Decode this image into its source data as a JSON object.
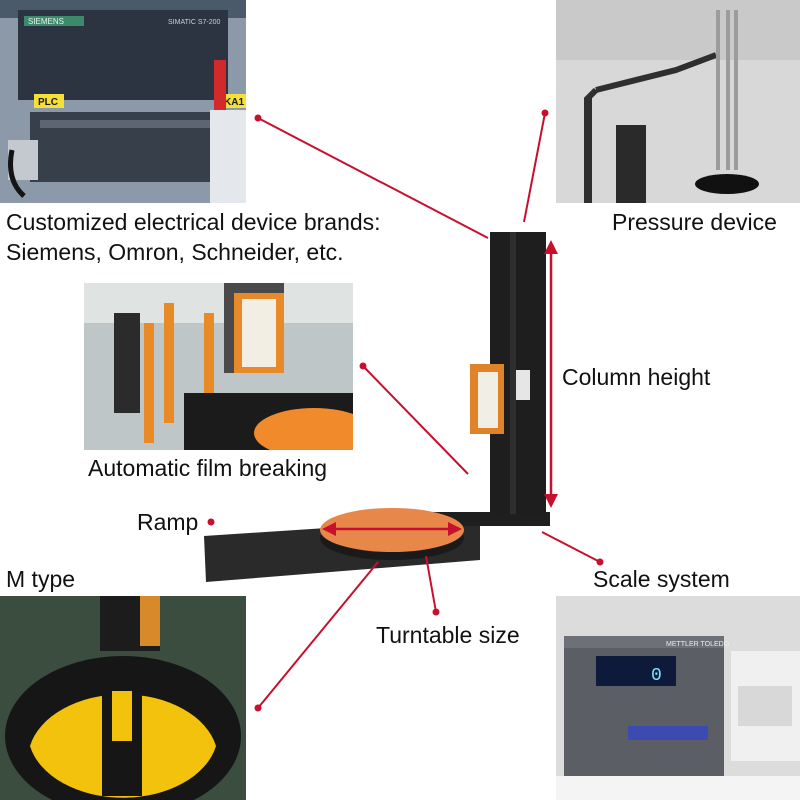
{
  "labels": {
    "electrical_line1": "Customized electrical device brands:",
    "electrical_line2": "Siemens, Omron, Schneider, etc.",
    "pressure": "Pressure device",
    "column_height": "Column height",
    "film_breaking": "Automatic film breaking",
    "ramp": "Ramp",
    "m_type": "M type",
    "scale_system": "Scale system",
    "turntable_size": "Turntable size"
  },
  "plc_panel": {
    "plc_tag": "PLC",
    "ka_tag": "KA1",
    "brand": "SIEMENS",
    "model": "SIMATIC S7-200"
  },
  "scale_display": {
    "brand": "METTLER TOLEDO",
    "reading": "0"
  },
  "colors": {
    "annotation": "#c8102e",
    "machine_body": "#1e1e1e",
    "turntable": "#e8874a",
    "m_type_yellow": "#f3c20c"
  }
}
